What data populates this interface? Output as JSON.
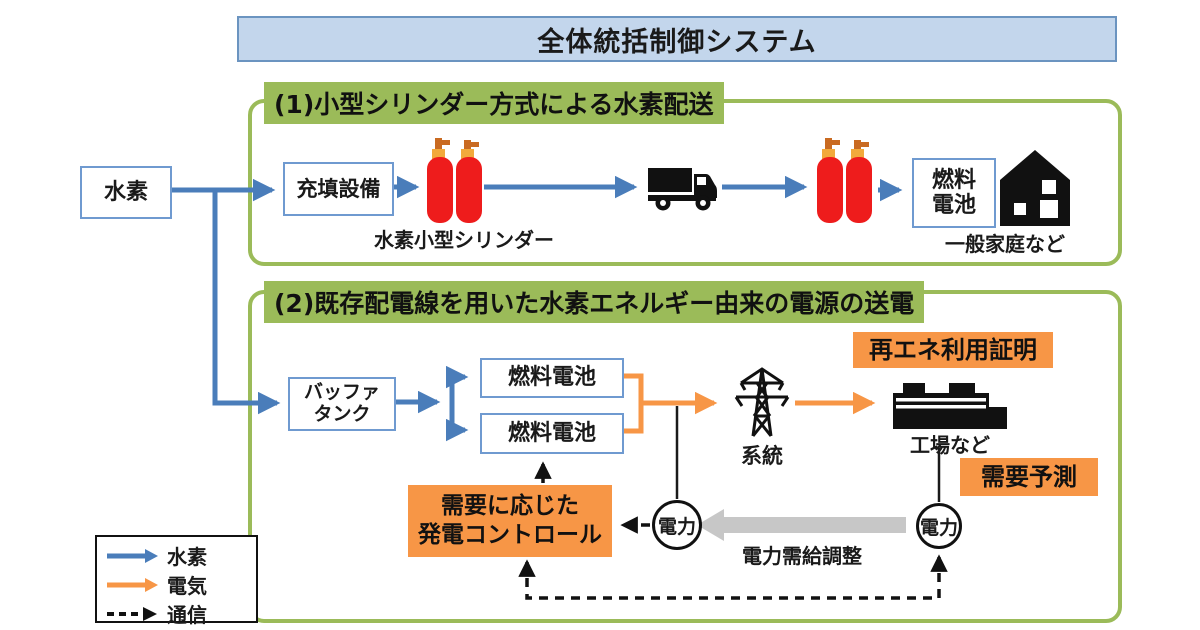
{
  "colors": {
    "hydrogen_blue": "#4a7dba",
    "electric_orange": "#f79646",
    "section_green": "#9bbb59",
    "banner_fill": "#c3d6ec",
    "banner_border": "#6b94c0",
    "cylinder_red": "#ee1c1c",
    "comm_black": "#111111",
    "adjust_gray": "#c7c7c7"
  },
  "banner": {
    "title": "全体統括制御システム"
  },
  "section1": {
    "header": "(1)小型シリンダー方式による水素配送",
    "hydrogen": "水素",
    "filling": "充填設備",
    "cylinders": "水素小型シリンダー",
    "fuel_cell_line1": "燃料",
    "fuel_cell_line2": "電池",
    "household": "一般家庭など"
  },
  "section2": {
    "header": "(2)既存配電線を用いた水素エネルギー由来の電源の送電",
    "buffer_line1": "バッファ",
    "buffer_line2": "タンク",
    "fuel_cell_top": "燃料電池",
    "fuel_cell_bottom": "燃料電池",
    "grid": "系統",
    "factory": "工場など",
    "renewable_cert": "再エネ利用証明",
    "demand_forecast": "需要予測",
    "control_line1": "需要に応じた",
    "control_line2": "発電コントロール",
    "power_left": "電力",
    "power_right": "電力",
    "adjustment": "電力需給調整"
  },
  "legend": {
    "hydrogen": "水素",
    "electric": "電気",
    "comm": "通信"
  }
}
